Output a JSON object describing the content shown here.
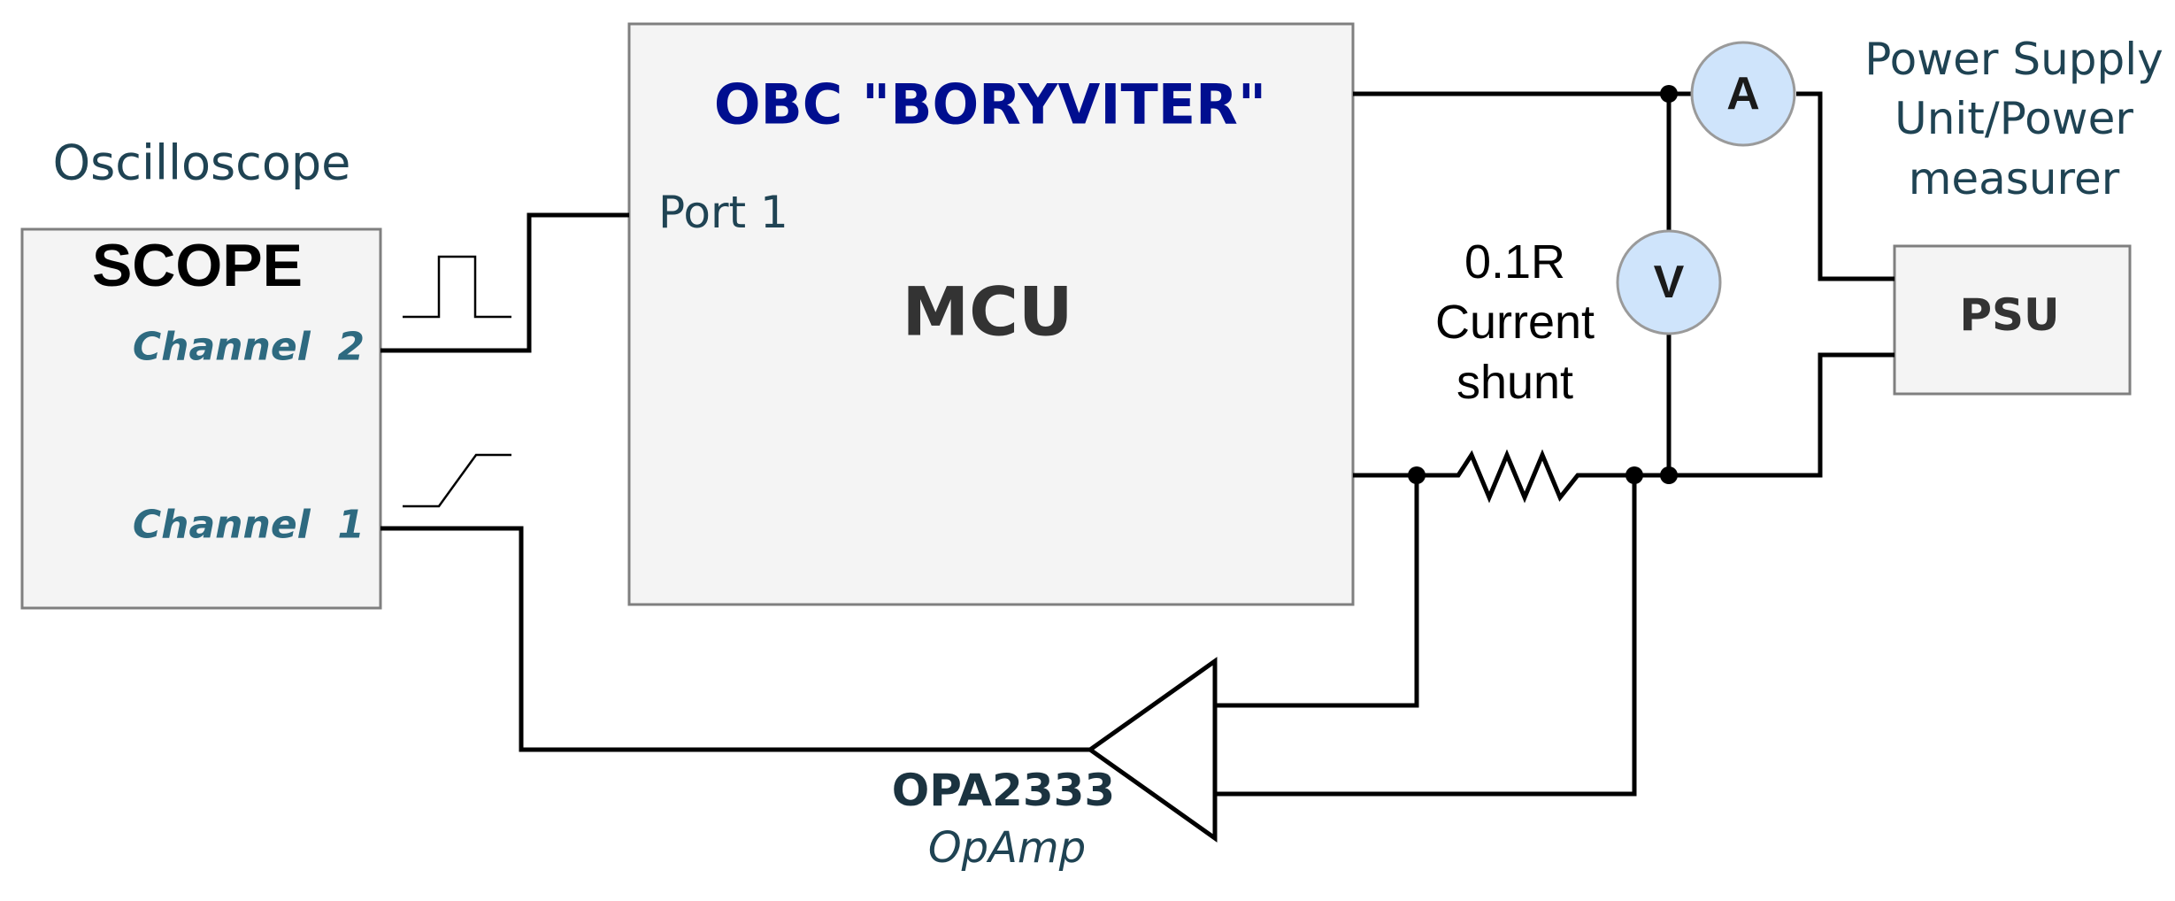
{
  "colors": {
    "title_blue": "#000e8f",
    "teal_text": "#1f4353",
    "channel_text": "#2e6a80",
    "opamp_text": "#1b3340",
    "meter_fill": "#cfe4fb",
    "box_fill": "#f4f4f4",
    "box_stroke": "#7f7f7f"
  },
  "oscilloscope": {
    "caption": "Oscilloscope",
    "box_label": "SCOPE",
    "channel2_label": "Channel  2",
    "channel1_label": "Channel  1",
    "channel2_waveform": "pulse",
    "channel1_waveform": "ramp"
  },
  "mcu": {
    "title": "OBC \"BORYVITER\"",
    "port_label": "Port 1",
    "label": "MCU"
  },
  "shunt": {
    "value": "0.1R",
    "line1": "Current",
    "line2": "shunt"
  },
  "meters": {
    "ammeter": "A",
    "voltmeter": "V"
  },
  "power": {
    "caption_line1": "Power Supply",
    "caption_line2": "Unit/Power",
    "caption_line3": "measurer",
    "box_label": "PSU"
  },
  "opamp": {
    "part": "OPA2333",
    "type": "OpAmp"
  }
}
